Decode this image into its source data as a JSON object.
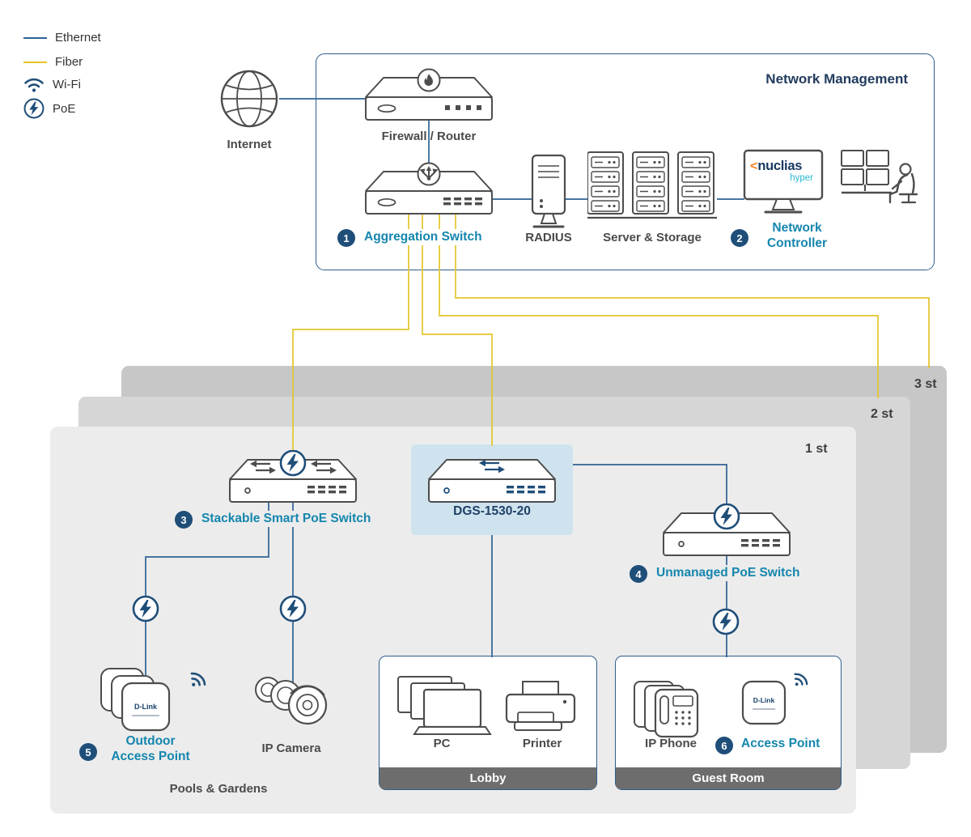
{
  "legend": {
    "ethernet": "Ethernet",
    "fiber": "Fiber",
    "wifi": "Wi-Fi",
    "poe": "PoE"
  },
  "management": {
    "title": "Network Management",
    "internet": "Internet",
    "firewall": "Firewall / Router",
    "aggregation": {
      "num": "1",
      "label": "Aggregation Switch"
    },
    "radius": "RADIUS",
    "servers": "Server & Storage",
    "controller": {
      "num": "2",
      "label": "Network Controller"
    },
    "nuclias": {
      "chevron": "<",
      "name": "nuclias",
      "tagline": "hyper"
    }
  },
  "floors": {
    "f1": "1 st",
    "f2": "2 st",
    "f3": "3 st"
  },
  "floor1": {
    "stackable": {
      "num": "3",
      "label": "Stackable Smart PoE Switch"
    },
    "dgs": "DGS-1530-20",
    "unmanaged": {
      "num": "4",
      "label": "Unmanaged PoE Switch"
    },
    "outdoor": {
      "num": "5",
      "label": "Outdoor Access Point"
    },
    "camera": "IP Camera",
    "pools": "Pools & Gardens",
    "dlink": "D-Link",
    "lobby": {
      "title": "Lobby",
      "pc": "PC",
      "printer": "Printer"
    },
    "guest": {
      "title": "Guest Room",
      "phone": "IP Phone",
      "ap": {
        "num": "6",
        "label": "Access Point"
      }
    }
  },
  "colors": {
    "ethernet": "#2e6295",
    "fiber": "#e3c52d",
    "poe": "#1f4e79",
    "accent": "#1486ad",
    "navy": "#223c5e"
  }
}
